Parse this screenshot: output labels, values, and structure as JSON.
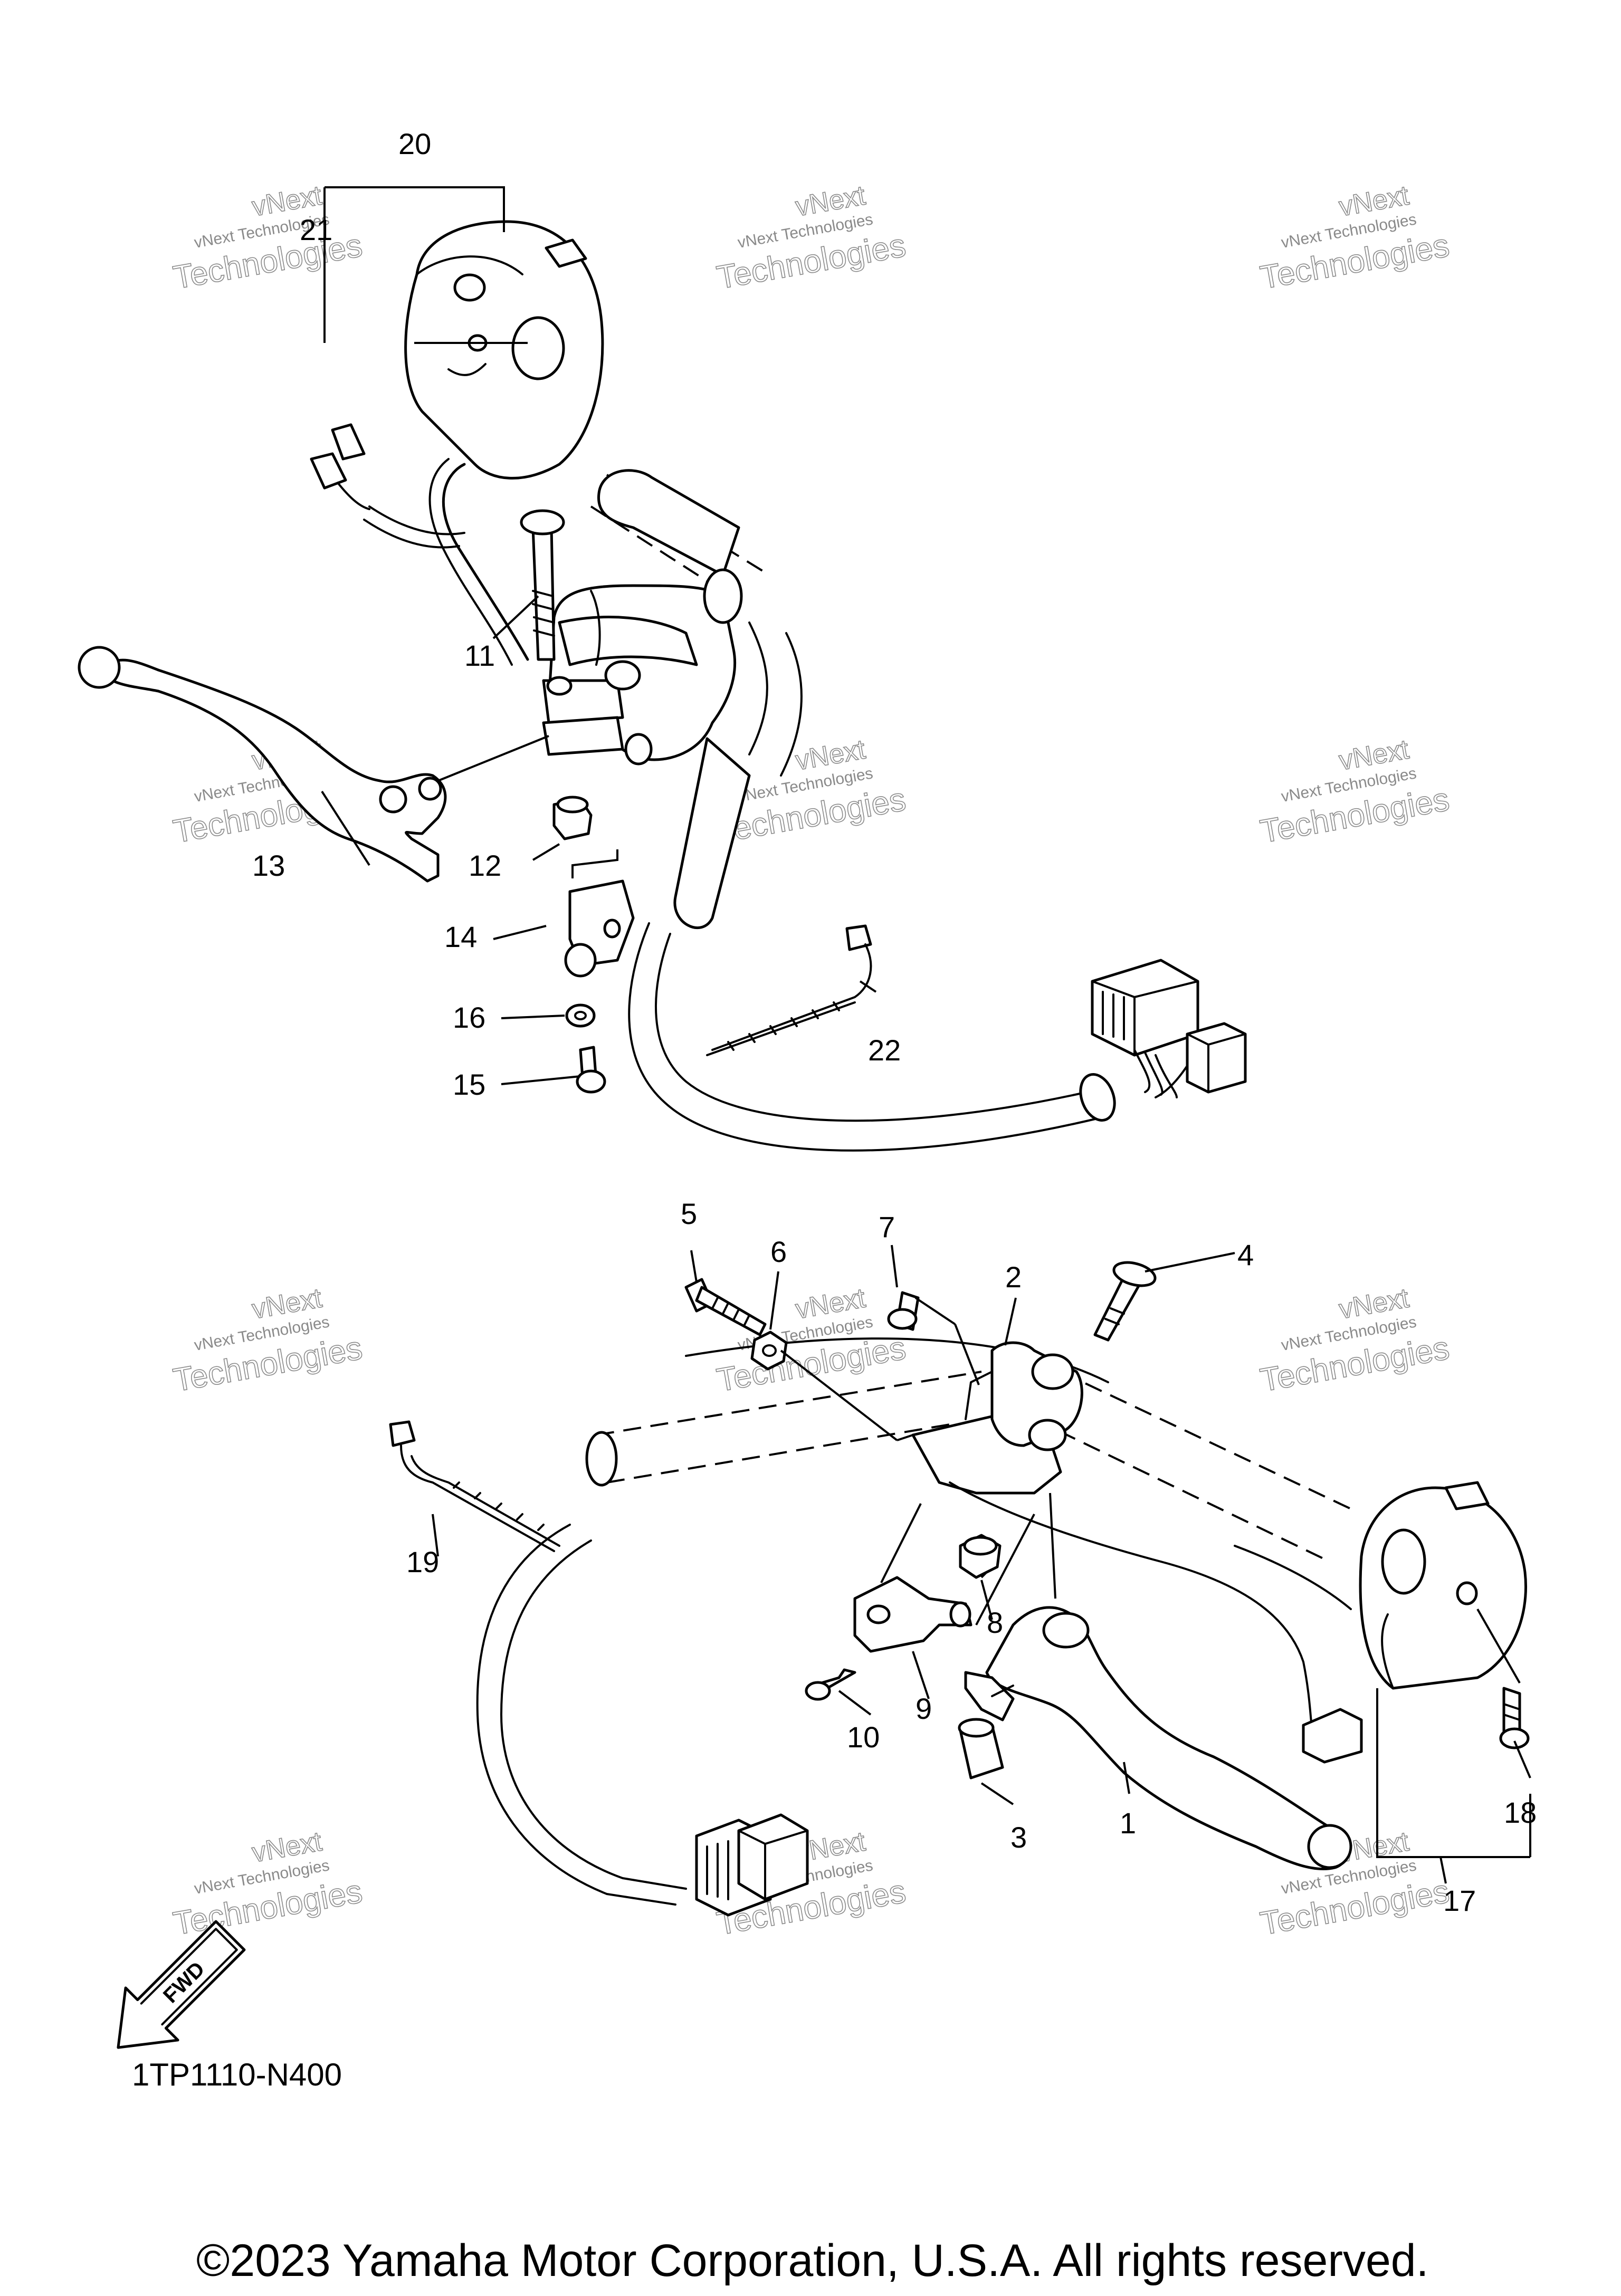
{
  "callouts": [
    {
      "id": "1",
      "label": "1"
    },
    {
      "id": "2",
      "label": "2"
    },
    {
      "id": "3",
      "label": "3"
    },
    {
      "id": "4",
      "label": "4"
    },
    {
      "id": "5",
      "label": "5"
    },
    {
      "id": "6",
      "label": "6"
    },
    {
      "id": "7",
      "label": "7"
    },
    {
      "id": "8",
      "label": "8"
    },
    {
      "id": "9",
      "label": "9"
    },
    {
      "id": "10",
      "label": "10"
    },
    {
      "id": "11",
      "label": "11"
    },
    {
      "id": "12",
      "label": "12"
    },
    {
      "id": "13",
      "label": "13"
    },
    {
      "id": "14",
      "label": "14"
    },
    {
      "id": "15",
      "label": "15"
    },
    {
      "id": "16",
      "label": "16"
    },
    {
      "id": "17",
      "label": "17"
    },
    {
      "id": "18",
      "label": "18"
    },
    {
      "id": "19",
      "label": "19"
    },
    {
      "id": "20",
      "label": "20"
    },
    {
      "id": "21",
      "label": "21"
    },
    {
      "id": "22",
      "label": "22"
    }
  ],
  "watermark": {
    "line1": "vNext Technologies",
    "line2": "vNext",
    "line3": "Technologies"
  },
  "fwd_label": "FWD",
  "diagram_code": "1TP1110-N400",
  "copyright": "©2023 Yamaha Motor Corporation, U.S.A. All rights reserved."
}
